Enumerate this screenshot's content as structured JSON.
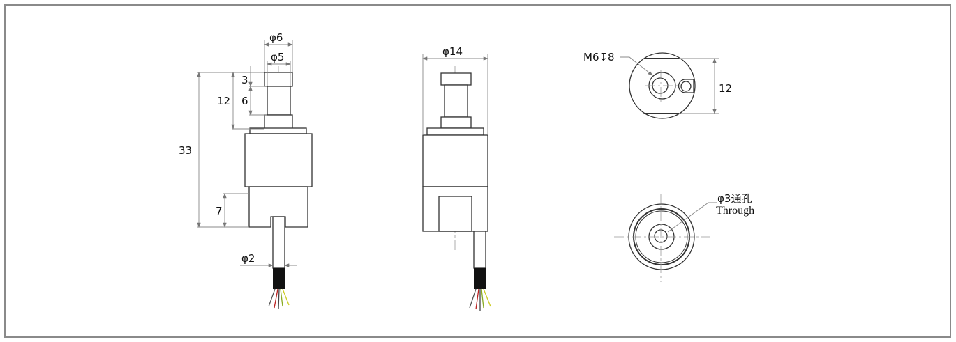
{
  "side_view": {
    "dim_d6": "φ6",
    "dim_d5": "φ5",
    "dim_33": "33",
    "dim_12": "12",
    "dim_3": "3",
    "dim_6": "6",
    "dim_7": "7",
    "dim_d2": "φ2"
  },
  "front_view": {
    "dim_d14": "φ14"
  },
  "top_view": {
    "thread_label": "M6↧8",
    "dim_12": "12"
  },
  "bottom_view": {
    "hole_label_cn": "φ3通孔",
    "hole_label_en": "Through"
  },
  "colors": {
    "frame": "#8a8a8a",
    "outline": "#333333",
    "dimension": "#888888"
  }
}
